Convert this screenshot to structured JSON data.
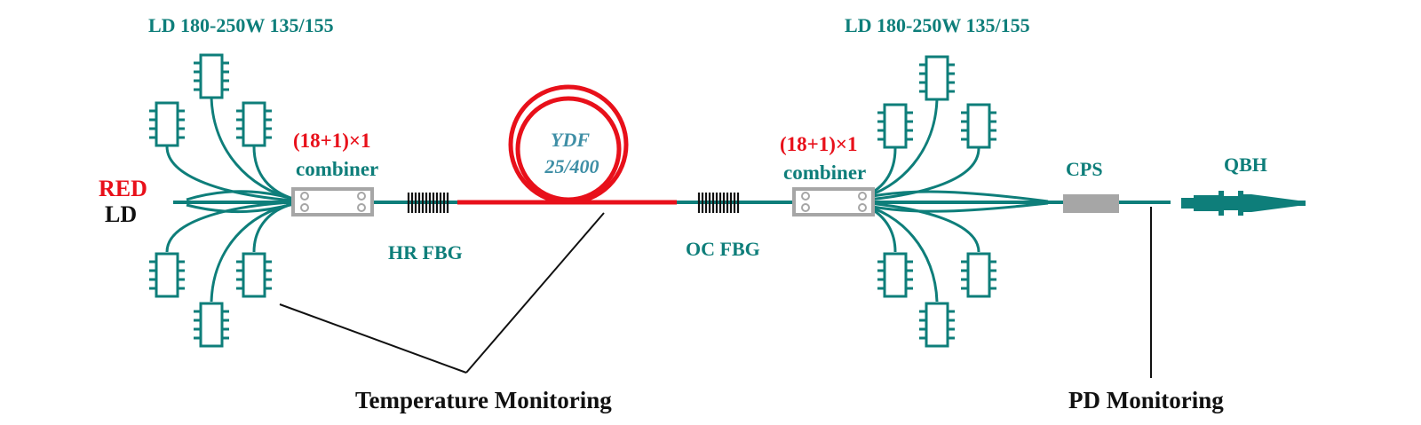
{
  "colors": {
    "teal": "#0e7e7a",
    "red": "#e8101a",
    "black": "#111111",
    "gray": "#a6a6a6",
    "ydf_text": "#3f8fa6"
  },
  "labels": {
    "ld_left": "LD 180-250W 135/155",
    "ld_right": "LD 180-250W 135/155",
    "red": "RED",
    "ld": "LD",
    "combiner_left_ratio": "(18+1)×1",
    "combiner_left_name": "combiner",
    "combiner_right_ratio": "(18+1)×1",
    "combiner_right_name": "combiner",
    "ydf_line1": "YDF",
    "ydf_line2": "25/400",
    "hr_fbg": "HR FBG",
    "oc_fbg": "OC FBG",
    "cps": "CPS",
    "qbh": "QBH",
    "temp_monitoring": "Temperature Monitoring",
    "pd_monitoring": "PD Monitoring"
  },
  "icons": {
    "laser_diode": "laser-diode-chip-icon",
    "combiner": "combiner-box-icon",
    "fbg": "fiber-bragg-grating-icon",
    "qbh": "qbh-connector-icon"
  }
}
